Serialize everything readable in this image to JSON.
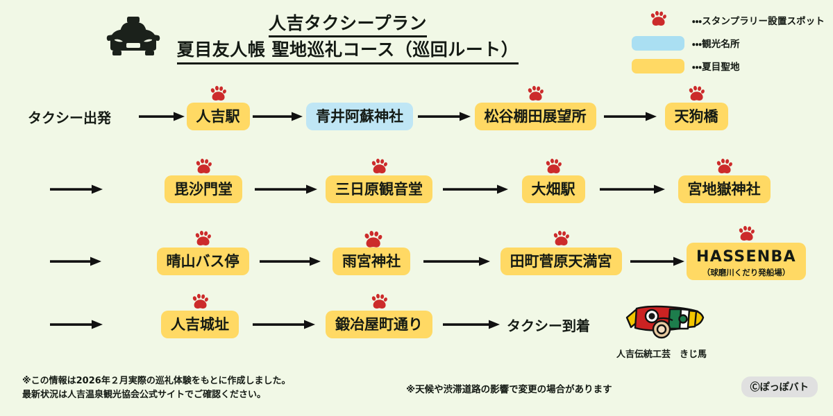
{
  "header": {
    "taxi_icon": "taxi-icon",
    "title_line1": "人吉タクシープラン",
    "title_line2": "夏目友人帳 聖地巡礼コース（巡回ルート）"
  },
  "legend": {
    "items": [
      {
        "key": "paw-print-icon",
        "type": "paw",
        "text": "・・・スタンプラリー設置スポット"
      },
      {
        "key": "blue-swatch",
        "type": "blue",
        "text": "・・・観光名所"
      },
      {
        "key": "yellow-swatch",
        "type": "yellow",
        "text": "・・・夏目聖地"
      }
    ]
  },
  "flow": {
    "rows": [
      {
        "cells": [
          {
            "kind": "plain",
            "label": "タクシー出発"
          },
          {
            "kind": "arrow"
          },
          {
            "kind": "node",
            "style": "yellow",
            "label": "人吉駅",
            "paw": true
          },
          {
            "kind": "arrow"
          },
          {
            "kind": "node",
            "style": "blue",
            "label": "青井阿蘇神社",
            "paw": false
          },
          {
            "kind": "arrow"
          },
          {
            "kind": "node",
            "style": "yellow",
            "label": "松谷棚田展望所",
            "paw": true
          },
          {
            "kind": "arrow"
          },
          {
            "kind": "node",
            "style": "yellow",
            "label": "天狗橋",
            "paw": true
          }
        ]
      },
      {
        "cells": [
          {
            "kind": "arrow"
          },
          {
            "kind": "node",
            "style": "yellow",
            "label": "毘沙門堂",
            "paw": true
          },
          {
            "kind": "arrow"
          },
          {
            "kind": "node",
            "style": "yellow",
            "label": "三日原観音堂",
            "paw": true
          },
          {
            "kind": "arrow"
          },
          {
            "kind": "node",
            "style": "yellow",
            "label": "大畑駅",
            "paw": true
          },
          {
            "kind": "arrow"
          },
          {
            "kind": "node",
            "style": "yellow",
            "label": "宮地嶽神社",
            "paw": true
          }
        ]
      },
      {
        "cells": [
          {
            "kind": "arrow"
          },
          {
            "kind": "node",
            "style": "yellow",
            "label": "晴山バス停",
            "paw": true
          },
          {
            "kind": "arrow"
          },
          {
            "kind": "node",
            "style": "yellow",
            "label": "雨宮神社",
            "paw": true
          },
          {
            "kind": "arrow"
          },
          {
            "kind": "node",
            "style": "yellow",
            "label": "田町菅原天満宮",
            "paw": true
          },
          {
            "kind": "arrow"
          },
          {
            "kind": "node",
            "style": "yellow",
            "label": "HASSENBA",
            "sublabel": "（球磨川くだり発船場）",
            "latin": true,
            "paw": true
          }
        ]
      },
      {
        "cells": [
          {
            "kind": "arrow"
          },
          {
            "kind": "node",
            "style": "yellow",
            "label": "人吉城址",
            "paw": true
          },
          {
            "kind": "arrow"
          },
          {
            "kind": "node",
            "style": "yellow",
            "label": "鍛冶屋町通り",
            "paw": true
          },
          {
            "kind": "arrow"
          },
          {
            "kind": "plain",
            "label": "タクシー到着"
          }
        ]
      }
    ]
  },
  "kijiuma": {
    "icon": "kijiuma-icon",
    "caption": "人吉伝統工芸　きじ馬"
  },
  "footer": {
    "note_line1": "※この情報は2026年２月実際の巡礼体験をもとに作成しました。",
    "note_line2": "最新状況は人吉温泉観光協会公式サイトでご確認ください。",
    "center_note": "※天候や渋滞道路の影響で変更の場合があります",
    "copyright": "Ⓒぽっぽバト"
  },
  "colors": {
    "background": "#f1f8e6",
    "yellow": "#ffd964",
    "blue": "#bfe6f5",
    "paw_red": "#cc2b2b",
    "ink": "#141a14",
    "badge_gray": "#e0e0e0"
  }
}
